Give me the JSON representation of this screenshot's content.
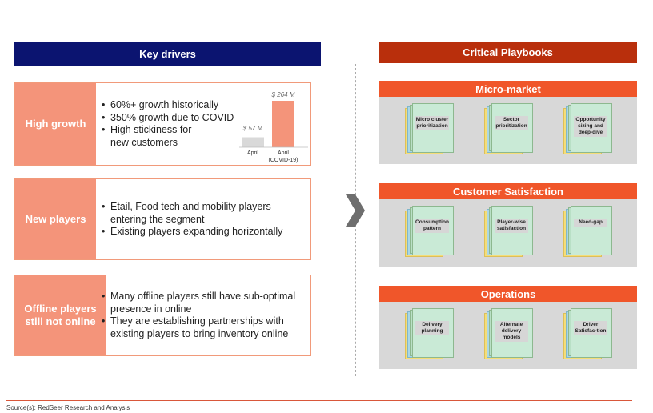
{
  "left_header": "Key drivers",
  "right_header": "Critical Playbooks",
  "colors": {
    "navy": "#0b1470",
    "dark_red": "#b92f0c",
    "orange": "#f0562a",
    "salmon": "#f4947a",
    "rule": "#d9573a"
  },
  "drivers": [
    {
      "label": "High growth",
      "bullets": [
        "60%+ growth historically",
        "350% growth due to COVID",
        "High stickiness for new customers"
      ]
    },
    {
      "label": "New players",
      "bullets": [
        "Etail, Food tech and mobility players entering the segment",
        "Existing players expanding horizontally"
      ]
    },
    {
      "label": "Offline players still not online",
      "bullets": [
        "Many offline players still have sub-optimal presence in online",
        "They are establishing partnerships with existing players to bring inventory online"
      ]
    }
  ],
  "mini_chart": {
    "type": "bar",
    "unit": "$",
    "bars": [
      {
        "value_label": "$ 57 M",
        "value": 57,
        "category": "April",
        "color": "#d9d9d9"
      },
      {
        "value_label": "$ 264 M",
        "value": 264,
        "category": "April (COVID-19)",
        "color": "#f4947a"
      }
    ]
  },
  "playbooks": [
    {
      "title": "Micro-market",
      "items": [
        "Micro cluster prioritization",
        "Sector prioritization",
        "Opportunity sizing and deep-dive"
      ]
    },
    {
      "title": "Customer Satisfaction",
      "items": [
        "Consumption pattern",
        "Player-wise satisfaction",
        "Need-gap"
      ]
    },
    {
      "title": "Operations",
      "items": [
        "Delivery planning",
        "Alternate delivery models",
        "Driver Satisfac-tion"
      ]
    }
  ],
  "source": "Source(s): RedSeer Research and Analysis"
}
